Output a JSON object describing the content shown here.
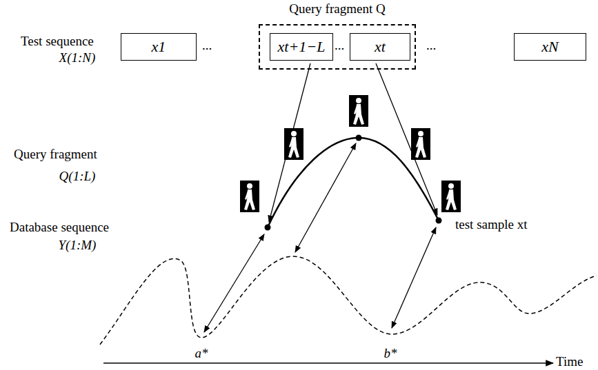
{
  "diagram": {
    "nodes": [
      {
        "text": [
          "x1"
        ]
      },
      {
        "text": [
          "Query fragment Q"
        ]
      },
      {
        "text": [
          "xt+1−L"
        ],
        "in": 1
      },
      {
        "text": [
          "xt"
        ],
        "in": 1
      },
      {
        "text": [
          "xN"
        ]
      }
    ],
    "labels": [
      "...",
      "...",
      "...",
      "Test sequence",
      "X(1:N)",
      "Query fragment",
      "Q(1:L)",
      "Database sequence",
      "Y(1:M)",
      "test sample xt",
      "a*",
      "b*",
      "Time"
    ]
  }
}
